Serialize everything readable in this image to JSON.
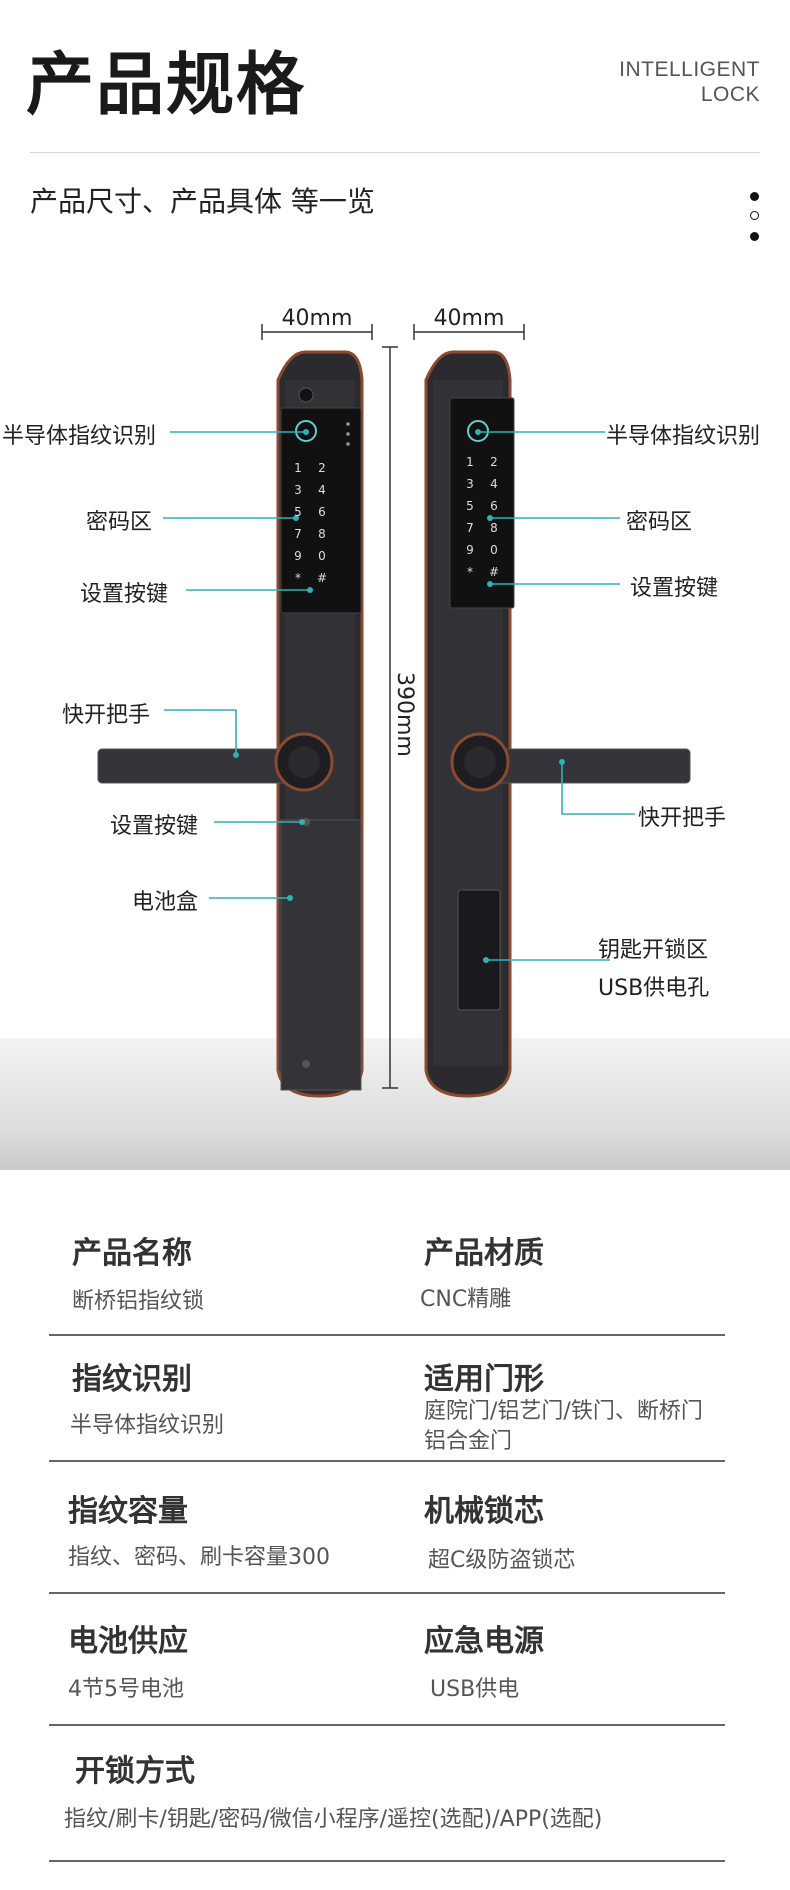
{
  "header": {
    "title": "产品规格",
    "brand_line1": "INTELLIGENT",
    "brand_line2": "LOCK",
    "subtitle": "产品尺寸、产品具体 等一览"
  },
  "diagram": {
    "width_left": "40mm",
    "width_right": "40mm",
    "height": "390mm",
    "keypad_left": [
      "1",
      "2",
      "3",
      "4",
      "5",
      "6",
      "7",
      "8",
      "9",
      "0",
      "*",
      "#"
    ],
    "left_labels": {
      "fingerprint": "半导体指纹识别",
      "password": "密码区",
      "settings": "设置按键",
      "handle": "快开把手",
      "settings2": "设置按键",
      "battery": "电池盒"
    },
    "right_labels": {
      "fingerprint": "半导体指纹识别",
      "password": "密码区",
      "settings": "设置按键",
      "handle": "快开把手",
      "key_line1": "钥匙开锁区",
      "key_line2": "USB供电孔"
    }
  },
  "specs": [
    {
      "key": "产品名称",
      "value": "断桥铝指纹锁"
    },
    {
      "key": "产品材质",
      "value": "CNC精雕"
    },
    {
      "key": "指纹识别",
      "value": "半导体指纹识别"
    },
    {
      "key": "适用门形",
      "value_line1": "庭院门/铝艺门/铁门、断桥门",
      "value_line2": "铝合金门"
    },
    {
      "key": "指纹容量",
      "value": "指纹、密码、刷卡容量300"
    },
    {
      "key": "机械锁芯",
      "value": "超C级防盗锁芯"
    },
    {
      "key": "电池供应",
      "value": "4节5号电池"
    },
    {
      "key": "应急电源",
      "value": "USB供电"
    },
    {
      "key": "开锁方式",
      "value": "指纹/刷卡/钥匙/密码/微信小程序/遥控(选配)/APP(选配)"
    }
  ],
  "colors": {
    "leader": "#2bb3b8",
    "lock_body": "#2b2b2f",
    "lock_trim": "#8a4a2f",
    "floor": "#e6e6e6"
  }
}
